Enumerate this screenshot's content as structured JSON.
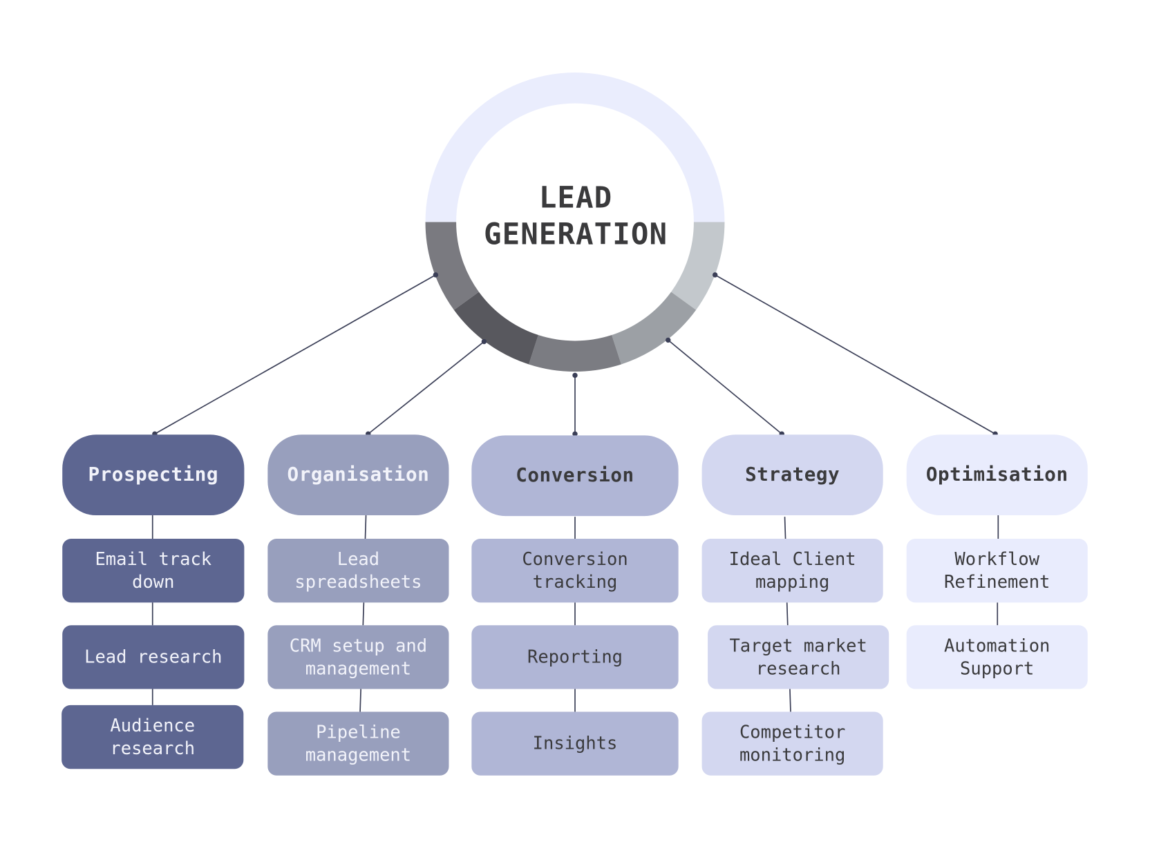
{
  "center": {
    "title_line1": "LEAD",
    "title_line2": "GENERATION",
    "ring_top_color": "#eaedfd",
    "segment_colors": [
      "#7a7a80",
      "#58585e",
      "#7b7c82",
      "#9ca0a5",
      "#c3c8cc"
    ]
  },
  "colors": {
    "connector": "#3b3f57",
    "text_dark": "#3a3a3c",
    "text_light": "#f2f3fa"
  },
  "columns": [
    {
      "category": "Prospecting",
      "bg": "#5d6691",
      "text_color": "#f2f3fa",
      "items": [
        "Email track\ndown",
        "Lead research",
        "Audience\nresearch"
      ]
    },
    {
      "category": "Organisation",
      "bg": "#989fbd",
      "text_color": "#f2f3fa",
      "items": [
        "Lead\nspreadsheets",
        "CRM setup and\nmanagement",
        "Pipeline\nmanagement"
      ]
    },
    {
      "category": "Conversion",
      "bg": "#b0b6d6",
      "text_color": "#3a3a3c",
      "items": [
        "Conversion\ntracking",
        "Reporting",
        "Insights"
      ]
    },
    {
      "category": "Strategy",
      "bg": "#d3d7f0",
      "text_color": "#3a3a3c",
      "items": [
        "Ideal Client\nmapping",
        "Target market\nresearch",
        "Competitor\nmonitoring"
      ]
    },
    {
      "category": "Optimisation",
      "bg": "#e9ecfd",
      "text_color": "#3a3a3c",
      "items": [
        "Workflow\nRefinement",
        "Automation\nSupport"
      ]
    }
  ]
}
